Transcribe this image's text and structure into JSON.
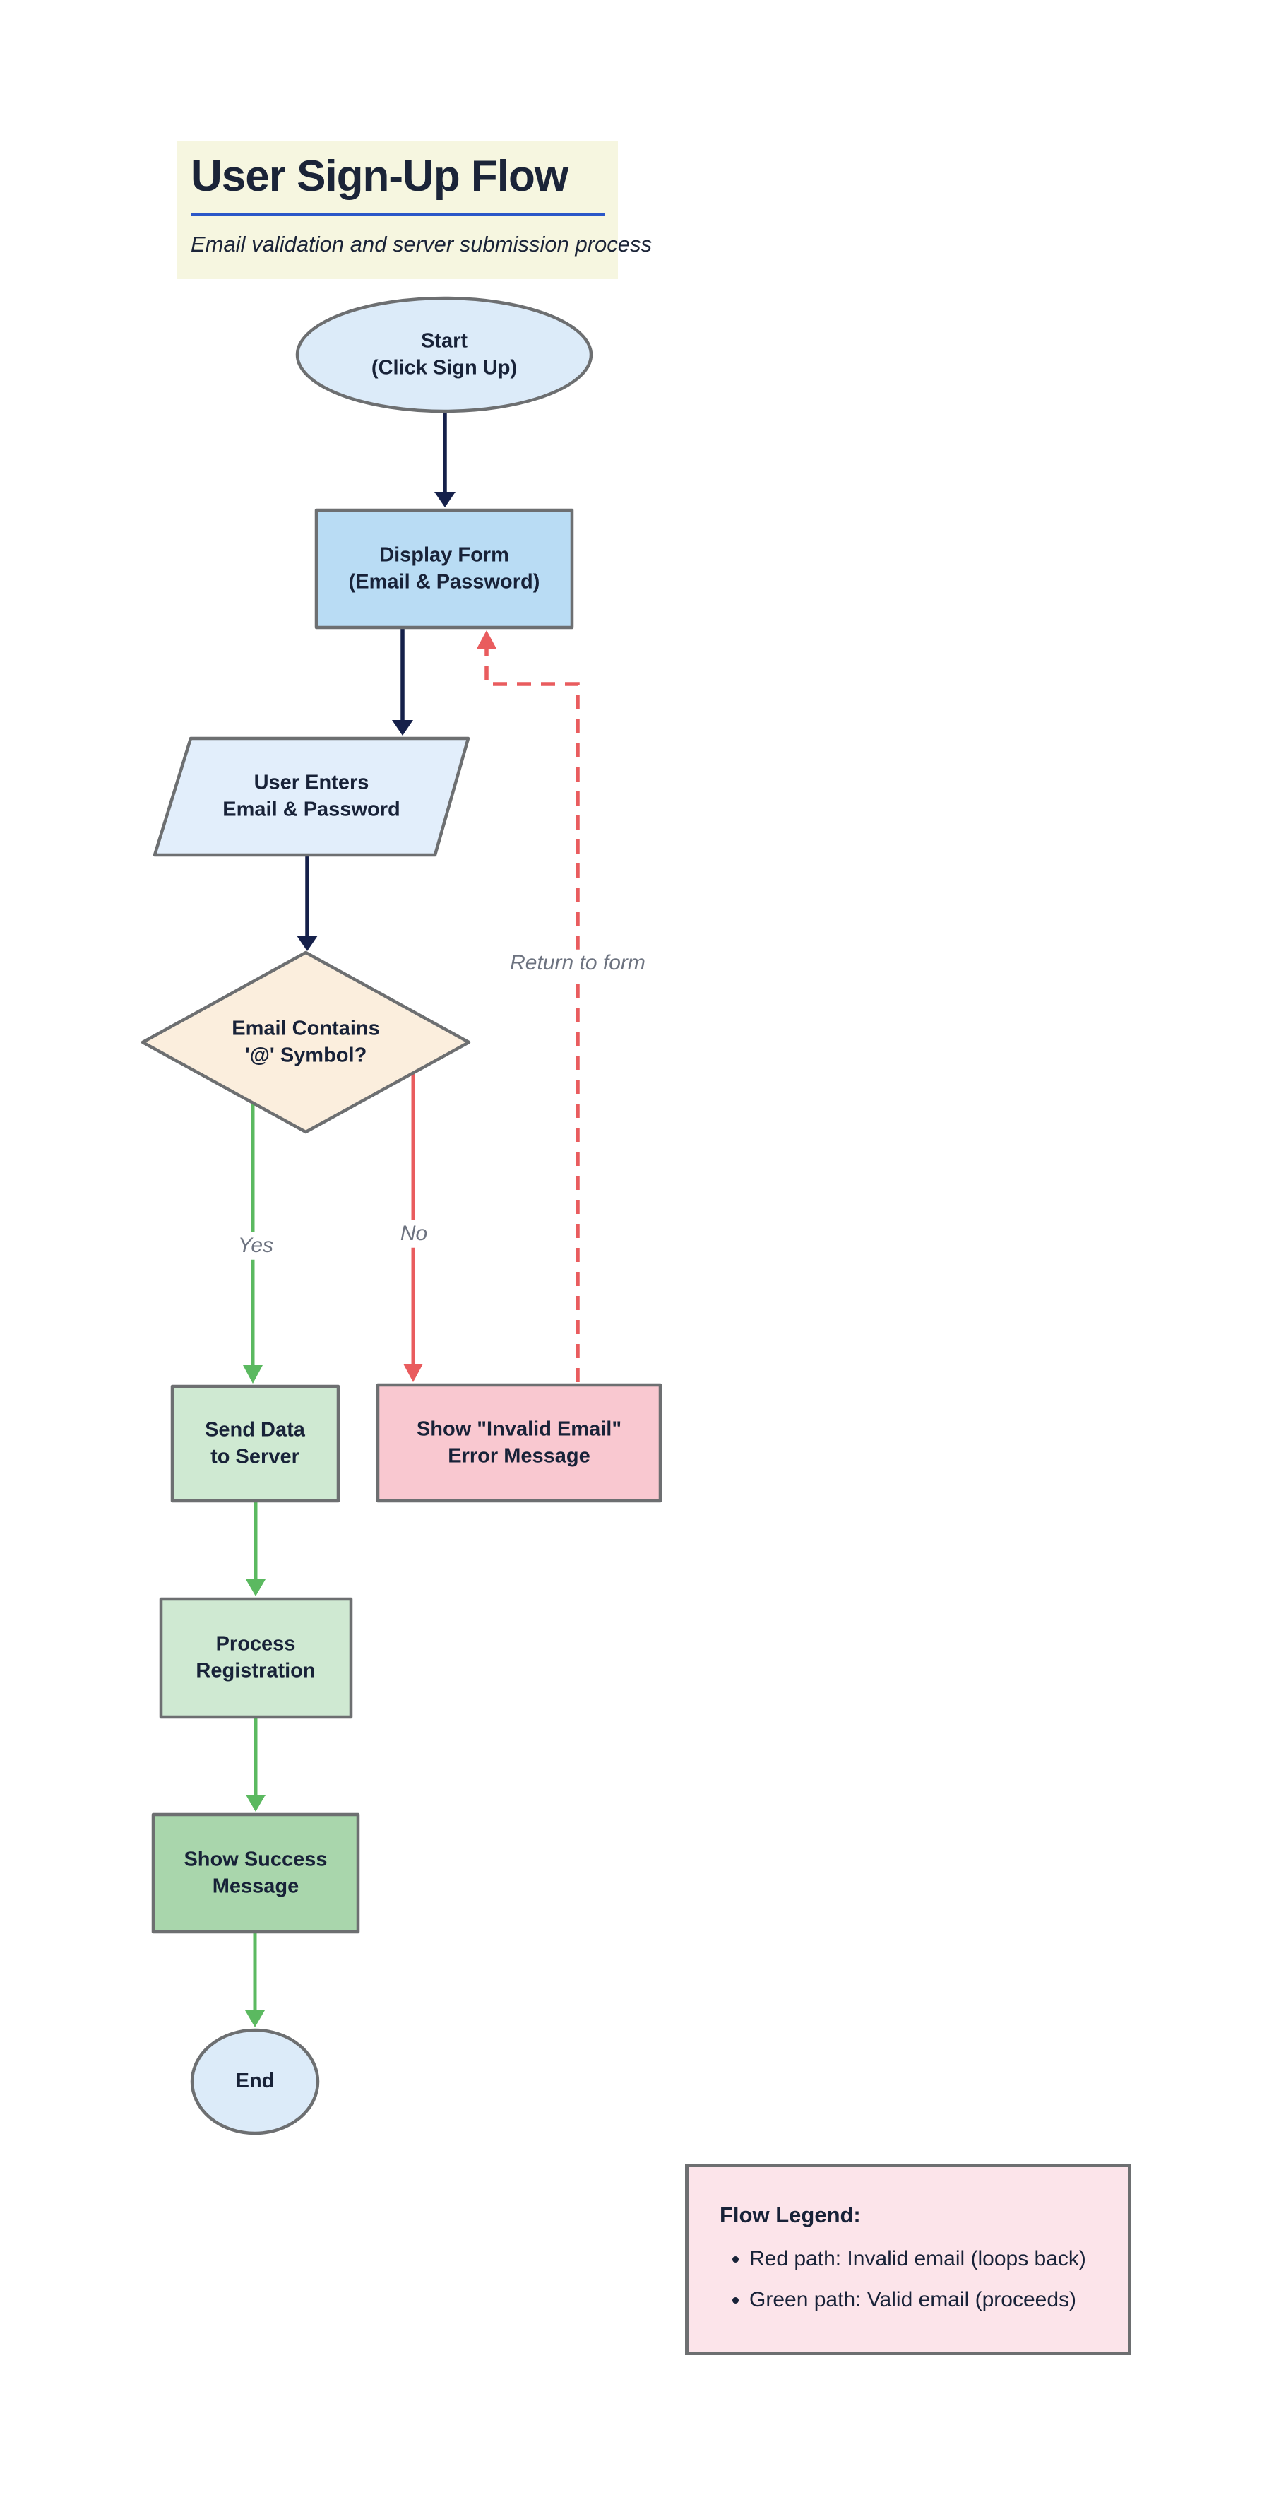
{
  "header": {
    "title": "User Sign-Up Flow",
    "subtitle": "Email validation and server submission process"
  },
  "colors": {
    "title_bg": "#f6f6e0",
    "title_rule_blue": "#2b57c8",
    "text_navy": "#182238",
    "node_border_gray": "#6d6f71",
    "edge_label_gray": "#6d7380",
    "arrow_navy": "#15204a",
    "arrow_green": "#5bb960",
    "arrow_red": "#e95c5e",
    "start_end_fill": "#dcebf9",
    "display_form_fill": "#b9dcf4",
    "input_fill": "#e2eefb",
    "decision_fill": "#fbeedd",
    "process_fill": "#cfe9d2",
    "success_fill": "#a9d6ac",
    "error_fill": "#f9c8d0",
    "legend_fill": "#fce4ea"
  },
  "nodes": {
    "start": {
      "label": "Start\n(Click Sign Up)"
    },
    "display_form": {
      "label": "Display Form\n(Email & Password)"
    },
    "user_input": {
      "label": "User Enters\nEmail & Password"
    },
    "decision": {
      "label": "Email Contains\n'@' Symbol?"
    },
    "send_data": {
      "label": "Send Data\nto Server"
    },
    "error": {
      "label": "Show \"Invalid Email\"\nError Message"
    },
    "process": {
      "label": "Process\nRegistration"
    },
    "success": {
      "label": "Show Success\nMessage"
    },
    "end": {
      "label": "End"
    }
  },
  "edge_labels": {
    "yes": "Yes",
    "no": "No",
    "return_to_form": "Return to form"
  },
  "legend": {
    "title": "Flow Legend:",
    "items": [
      "Red path: Invalid email (loops back)",
      "Green path: Valid email (proceeds)"
    ]
  }
}
